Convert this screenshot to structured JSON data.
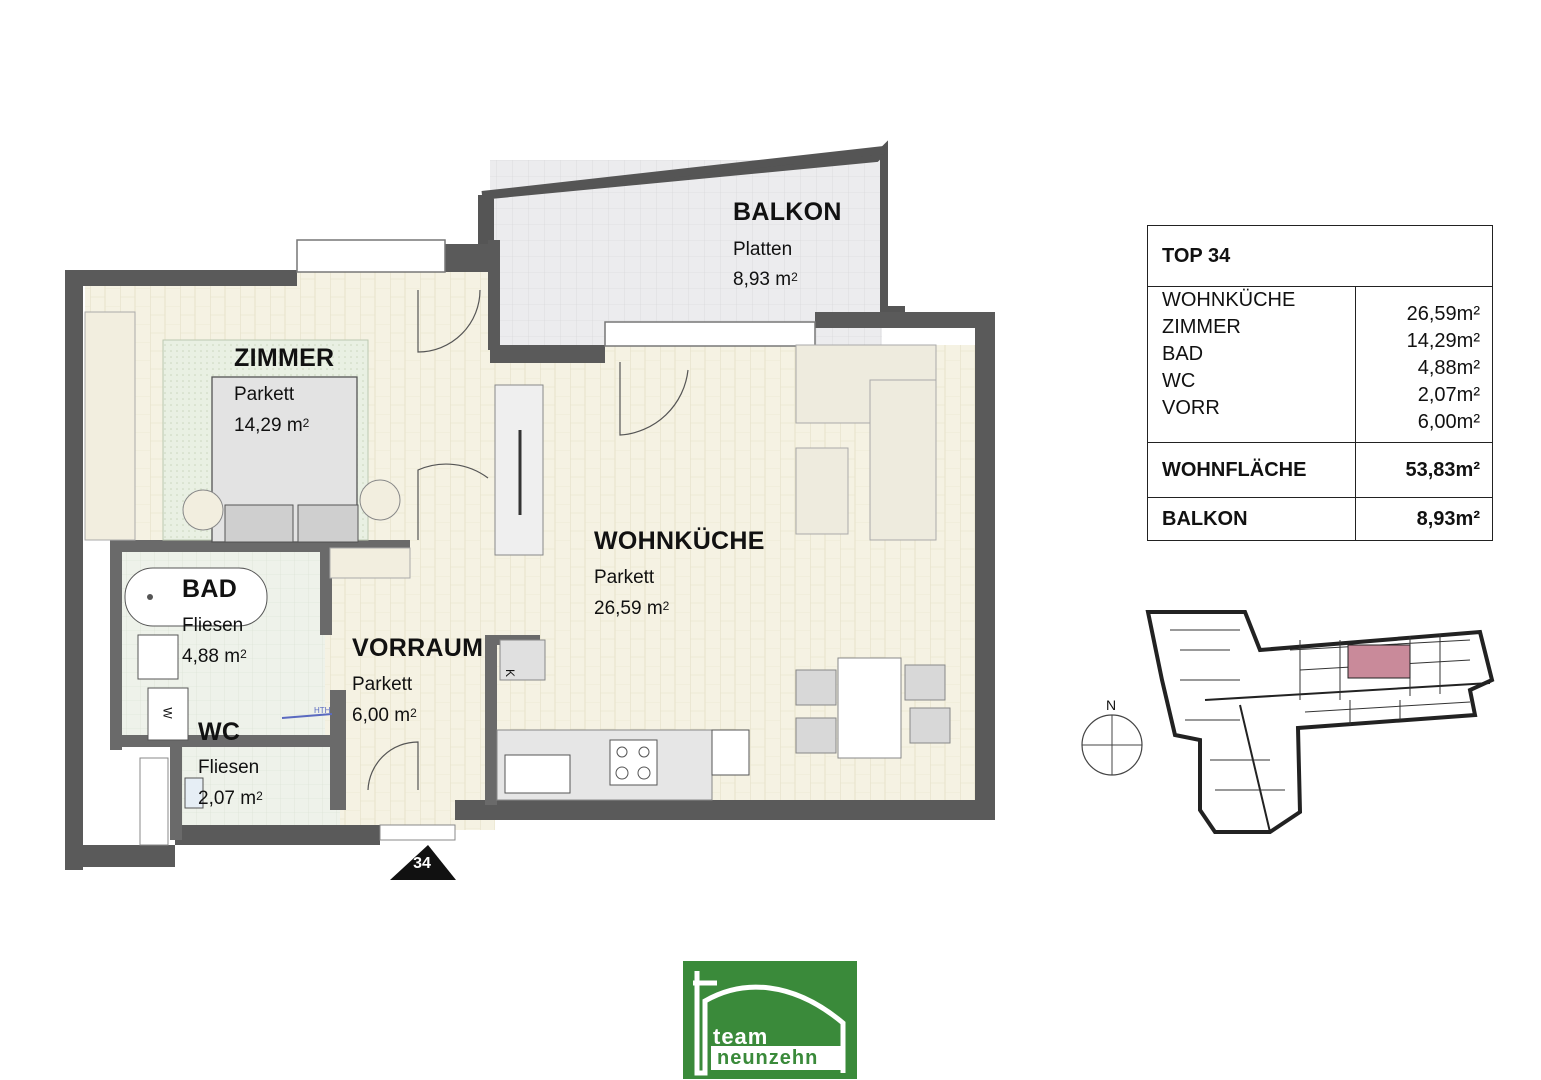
{
  "rooms": {
    "balkon": {
      "name": "BALKON",
      "floor": "Platten",
      "area": "8,93 m",
      "unit_sup": "2"
    },
    "zimmer": {
      "name": "ZIMMER",
      "floor": "Parkett",
      "area": "14,29 m",
      "unit_sup": "2"
    },
    "wohnkueche": {
      "name": "WOHNKÜCHE",
      "floor": "Parkett",
      "area": "26,59 m",
      "unit_sup": "2"
    },
    "bad": {
      "name": "BAD",
      "floor": "Fliesen",
      "area": "4,88 m",
      "unit_sup": "2"
    },
    "vorraum": {
      "name": "VORRAUM",
      "floor": "Parkett",
      "area": "6,00 m",
      "unit_sup": "2"
    },
    "wc": {
      "name": "WC",
      "floor": "Fliesen",
      "area": "2,07 m",
      "unit_sup": "2"
    }
  },
  "fixture_labels": {
    "hth": "HTH",
    "k": "K",
    "w": "W"
  },
  "unit_number": "34",
  "compass": {
    "north": "N"
  },
  "table": {
    "title": "TOP 34",
    "rows": [
      {
        "label": "WOHNKÜCHE",
        "value": "26,59m²"
      },
      {
        "label": "ZIMMER",
        "value": "14,29m²"
      },
      {
        "label": "BAD",
        "value": "4,88m²"
      },
      {
        "label": "WC",
        "value": "2,07m²"
      },
      {
        "label": "VORR",
        "value": "6,00m²"
      }
    ],
    "total": {
      "label": "WOHNFLÄCHE",
      "value": "53,83m²"
    },
    "balcony": {
      "label": "BALKON",
      "value": "8,93m²"
    }
  },
  "logo": {
    "line1": "team",
    "line2": "neunzehn",
    "color": "#3a8a3a"
  },
  "colors": {
    "wall": "#555555",
    "floor_wood": "#f4f1e2",
    "balcony": "#ebebed",
    "tile": "#eef2ea",
    "highlight": "#c98a9a"
  }
}
